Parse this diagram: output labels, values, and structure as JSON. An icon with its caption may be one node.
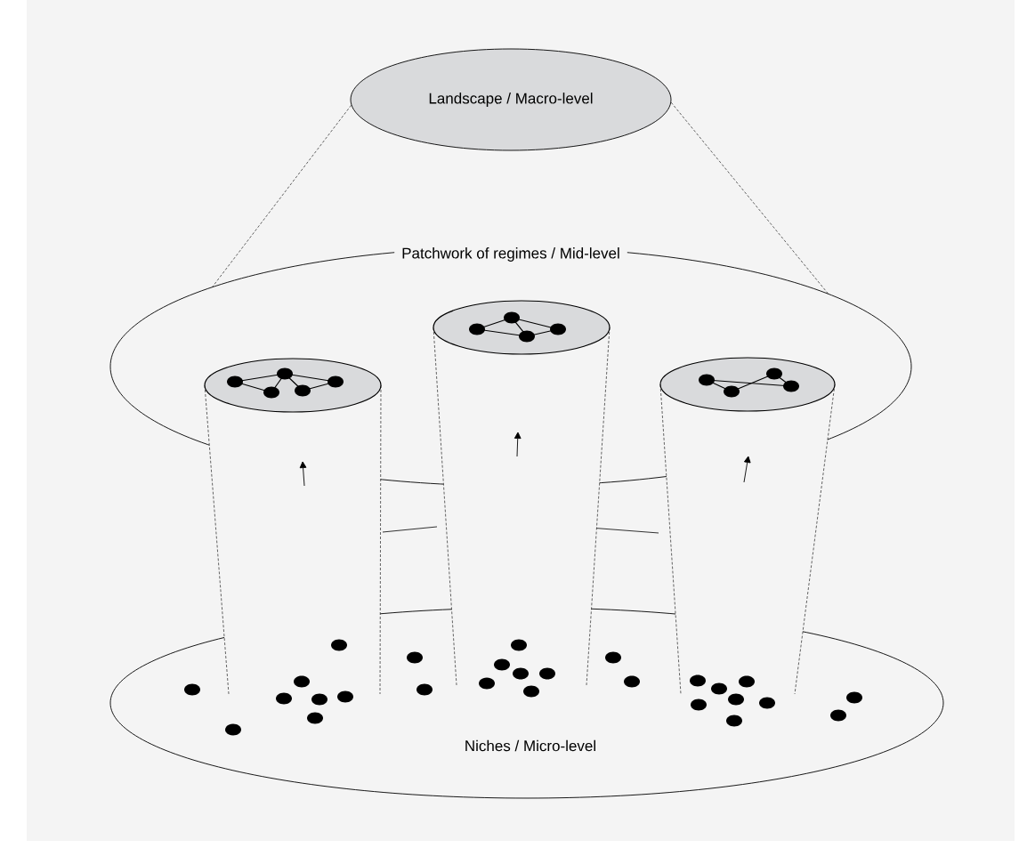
{
  "diagram": {
    "nodes": [
      {
        "text": [
          "Landscape / Macro-level"
        ]
      },
      {
        "text": [
          "Patchwork of regimes / Mid-level"
        ]
      },
      {
        "text": [
          "Niches / Micro-level"
        ]
      },
      {
        "text": [],
        "shape": "cylinder"
      },
      {
        "text": [],
        "shape": "cylinder"
      },
      {
        "text": [],
        "shape": "cylinder"
      }
    ],
    "edges": [
      {
        "from": 0,
        "to": 1,
        "arrow": "none",
        "style": "dashed"
      },
      {
        "from": 0,
        "to": 1,
        "arrow": "none",
        "style": "dashed"
      }
    ]
  }
}
